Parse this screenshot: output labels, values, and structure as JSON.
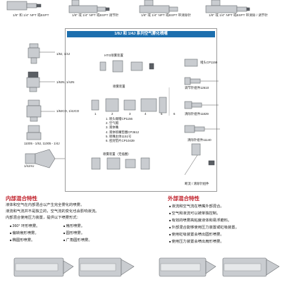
{
  "top_captions": [
    "1/8\" 和 1/4\" NPT 或BSPT",
    "1/8\" 或 1/4\" NPT 或BSPT 调节针",
    "1/8\" 或 1/4\" NPT 或BSPT 带清除针",
    "1/8\" 或 1/4\" NPT 或BSPT 带清除 / 调节针"
  ],
  "banner_title": "1/8J 和 1/4J 系列空气雾化喷嘴",
  "left_labels": [
    "1/8J, 1/4J",
    "1/8JN, 1/4JN",
    "1/8JCO, 1/4JCO",
    "11005 - 1/8J, 11005 - 1/4J",
    "1/4JAU"
  ],
  "htg_label": "HTG喷雾装置",
  "assembly_label_1": "喷雾装置",
  "assembly_label_2": "喷雾装置（无插圈）",
  "parts_legend": [
    "1. 喷头端帽CP1156",
    "2. 空气帽",
    "3. 液体嘴",
    "4. 液体喷嘴垫圈CP3612",
    "5. 喷嘴主体1151号",
    "6. 密封垫片CP10439"
  ],
  "number_labels": [
    "1",
    "2",
    "3",
    "4",
    "5",
    "6"
  ],
  "right_labels": [
    "堵头CP1159",
    "调节针组件12610",
    "清除针组件11829",
    "清除针组件11140",
    "断流 / 清除针组件"
  ],
  "right_extra": "断流 / 清除针组件",
  "internal": {
    "title": "内部混合特性",
    "lines": [
      "液体和空气在内部混合以产生完全雾化的喷雾。",
      "液流和气流并不是独立的，空气流的变化也会影响液流。",
      "内部混合使用压力装置，提供以下喷雾形式："
    ],
    "bullets_left": [
      "360° 环形喷雾。",
      "偏转扇形喷雾。",
      "椭圆形喷雾。"
    ],
    "bullets_right": [
      "扇形喷雾。",
      "圆形喷雾。",
      "广角圆形喷雾。"
    ]
  },
  "external": {
    "title": "外部混合特性",
    "bullets": [
      "液流和空气流在喷嘴外部混合。",
      "空气和液流可以被单独控制。",
      "有效的喷雾高粘度液体和易浮磨料。",
      "外部混合能够使用压力装置或虹吸装置。",
      "使用虹吸装置会喷出圆形喷雾。",
      "使用压力装置会喷出扇形喷雾。"
    ]
  },
  "colors": {
    "banner": "#1d6fae",
    "accent_red": "#c0202a",
    "metal": "#c9ccd0"
  }
}
